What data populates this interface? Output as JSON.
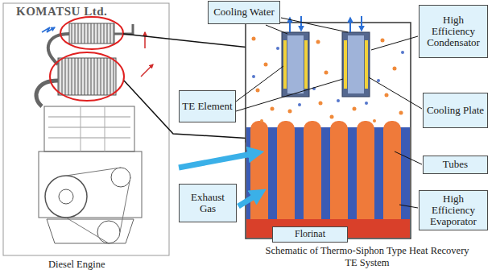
{
  "diagram": {
    "caption": "Schematic of Thermo-Siphon Type Heat Recovery TE System",
    "nodes": [
      {
        "text": [
          "Cooling Water"
        ]
      },
      {
        "text": [
          "High Efficiency Condensator"
        ]
      },
      {
        "text": [
          "TE Element"
        ]
      },
      {
        "text": [
          "Cooling Plate"
        ]
      },
      {
        "text": [
          "Tubes"
        ]
      },
      {
        "text": [
          "High Efficiency Evaporator"
        ]
      },
      {
        "text": [
          "Exhaust Gas"
        ]
      },
      {
        "text": [
          "Florinat"
        ]
      }
    ],
    "labels": [
      "KOMATSU Ltd.",
      "Diesel Engine"
    ]
  }
}
